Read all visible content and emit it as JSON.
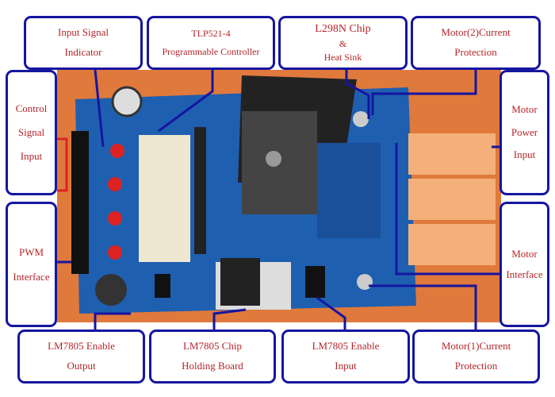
{
  "labels": {
    "input_signal_indicator": [
      "Input  Signal",
      "Indicator"
    ],
    "tlp521": [
      "TLP521-4",
      "Programmable Controller"
    ],
    "l298n": [
      "L298N Chip",
      "&",
      "Heat Sink"
    ],
    "motor2_current": [
      "Motor(2)Current",
      "Protection"
    ],
    "control_signal_input": [
      "Control",
      "Signal",
      "Input"
    ],
    "pwm_interface": [
      "PWM",
      "Interface"
    ],
    "motor_power_input": [
      "Motor",
      "Power",
      "Input"
    ],
    "motor_interface": [
      "Motor",
      "Interface"
    ],
    "lm7805_enable_output": [
      "LM7805 Enable",
      "Output"
    ],
    "lm7805_chip_holding": [
      "LM7805 Chip",
      "Holding Board"
    ],
    "lm7805_enable_input": [
      "LM7805 Enable",
      "Input"
    ],
    "motor1_current": [
      "Motor(1)Current",
      "Protection"
    ]
  },
  "colors": {
    "border": "#1515a0",
    "text": "#b3262a",
    "pcb": "#1f5fb0",
    "background": "#e07a3a"
  }
}
